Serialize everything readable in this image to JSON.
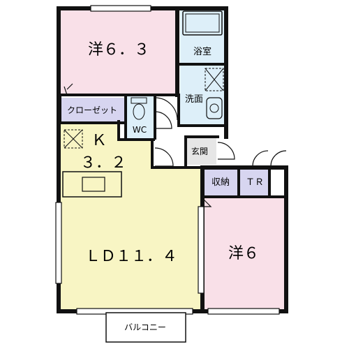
{
  "colors": {
    "western_room": "#F9E0E8",
    "ldk": "#F8F5C4",
    "bath": "#DDEFF9",
    "closet": "#D7D5F0",
    "entrance": "#E6E6E6",
    "wall": "#111111"
  },
  "rooms": {
    "western_a": "洋６．３",
    "western_b": "洋６",
    "kitchen_letter": "Ｋ",
    "kitchen_size": "３．２",
    "ld": "ＬＤ１１．４",
    "bath": "浴室",
    "washroom": "洗面",
    "wc": "WC",
    "closet": "クローゼット",
    "storage": "収納",
    "trunk": "ＴＲ",
    "entrance": "玄関",
    "balcony": "バルコニー"
  }
}
